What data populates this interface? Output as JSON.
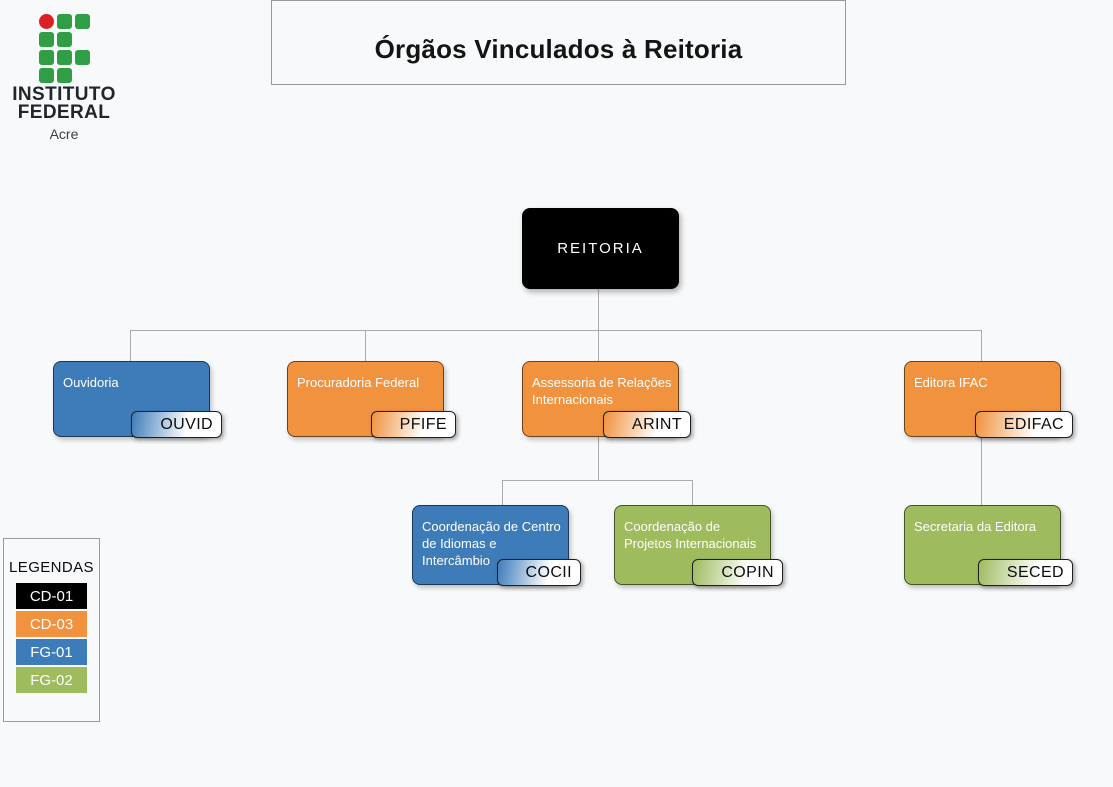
{
  "page": {
    "background": "#f8f9fa",
    "connector_color": "#ababab"
  },
  "logo": {
    "line1": "INSTITUTO",
    "line2": "FEDERAL",
    "line3": "Acre",
    "green": "#2f9e44",
    "red": "#df1f26"
  },
  "header": {
    "title": "Órgãos Vinculados à Reitoria"
  },
  "org": {
    "root": {
      "label": "REITORIA",
      "color": "#000000"
    },
    "level1": [
      {
        "label": "Ouvidoria",
        "code": "OUVID",
        "color": "#3e7cb9"
      },
      {
        "label": "Procuradoria Federal",
        "code": "PFIFE",
        "color": "#f0923e"
      },
      {
        "label": "Assessoria de Relações\nInternacionais",
        "code": "ARINT",
        "color": "#f0923e"
      },
      {
        "label": "Editora IFAC",
        "code": "EDIFAC",
        "color": "#f0923e"
      }
    ],
    "level2_arint": [
      {
        "label": "Coordenação de Centro\nde Idiomas e\nIntercâmbio",
        "code": "COCII",
        "color": "#3e7cb9"
      },
      {
        "label": "Coordenação de\nProjetos Internacionais",
        "code": "COPIN",
        "color": "#9ebb5e"
      }
    ],
    "level2_edifac": [
      {
        "label": "Secretaria da Editora",
        "code": "SECED",
        "color": "#9ebb5e"
      }
    ]
  },
  "legend": {
    "title": "LEGENDAS",
    "items": [
      {
        "label": "CD-01",
        "color": "#000000"
      },
      {
        "label": "CD-03",
        "color": "#f0923e"
      },
      {
        "label": "FG-01",
        "color": "#3e7cb9"
      },
      {
        "label": "FG-02",
        "color": "#9ebb5e"
      }
    ]
  }
}
